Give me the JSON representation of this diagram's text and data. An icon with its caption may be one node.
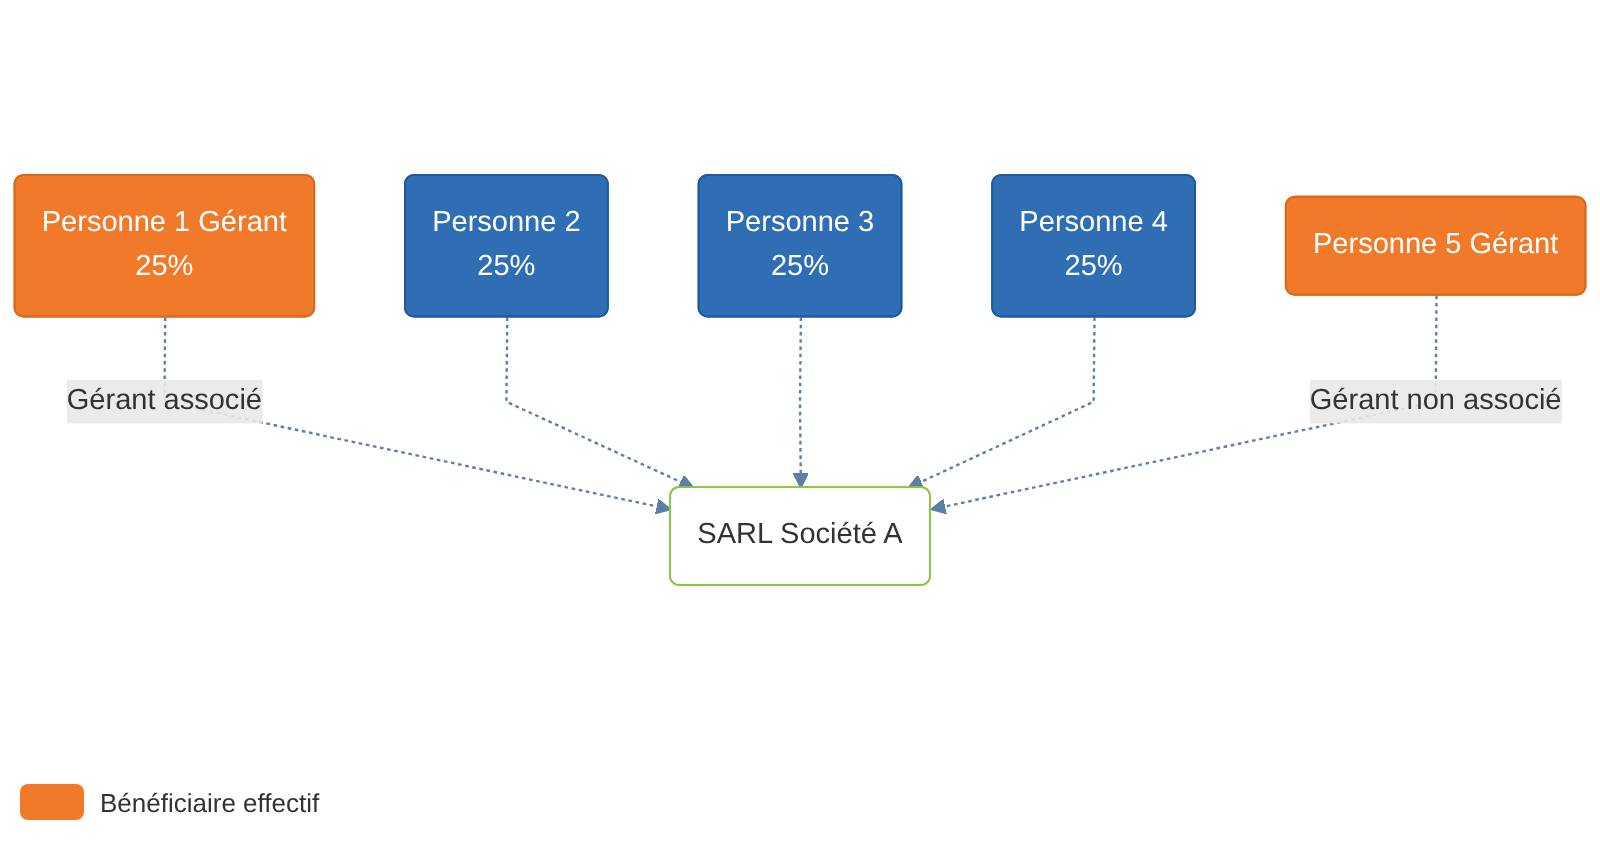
{
  "diagram": {
    "nodes": [
      {
        "text": [
          "Personne 1 Gérant",
          "25%"
        ]
      },
      {
        "text": [
          "Personne 2",
          "25%"
        ]
      },
      {
        "text": [
          "Personne 3",
          "25%"
        ]
      },
      {
        "text": [
          "Personne 4",
          "25%"
        ]
      },
      {
        "text": [
          "SARL Société A"
        ]
      },
      {
        "text": [
          "Personne 5 Gérant"
        ]
      }
    ],
    "edges": [
      {
        "from": 0,
        "to": 4,
        "arrow": "to",
        "style": "dashed",
        "label": "Gérant associé"
      },
      {
        "from": 1,
        "to": 4,
        "arrow": "to",
        "style": "dashed"
      },
      {
        "from": 2,
        "to": 4,
        "arrow": "to",
        "style": "dashed"
      },
      {
        "from": 3,
        "to": 4,
        "arrow": "to",
        "style": "dashed"
      },
      {
        "from": 5,
        "to": 4,
        "arrow": "to",
        "style": "dashed",
        "label": "Gérant non associé"
      }
    ],
    "legend": [
      {
        "text": "Bénéficiaire effectif",
        "color": "#f07a2a"
      }
    ]
  }
}
